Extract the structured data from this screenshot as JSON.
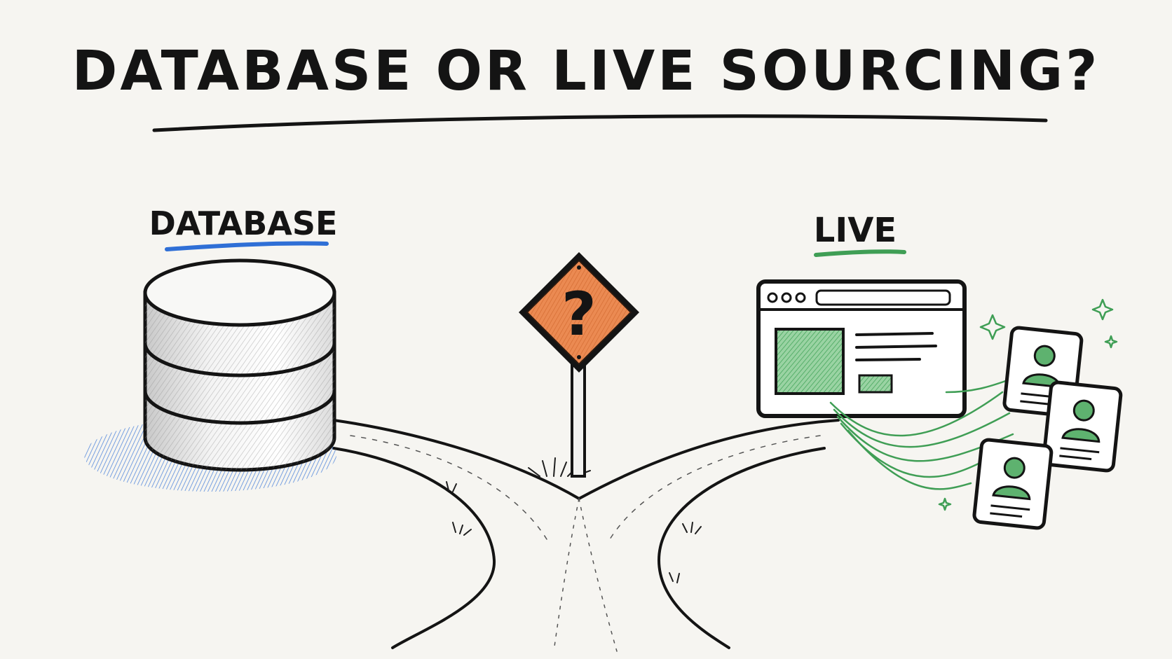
{
  "title": "DATABASE OR LIVE SOURCING?",
  "left_label": "DATABASE",
  "right_label": "LIVE",
  "sign_symbol": "?",
  "colors": {
    "background": "#f6f5f1",
    "ink": "#141414",
    "database_accent": "#2f6fd6",
    "live_accent": "#3f9e55",
    "sign_fill": "#e8834b",
    "live_fill": "#7cc48a"
  },
  "icons": [
    "database-cylinder-icon",
    "question-road-sign-icon",
    "browser-window-icon",
    "profile-card-icon",
    "sparkle-icon",
    "grass-icon"
  ]
}
